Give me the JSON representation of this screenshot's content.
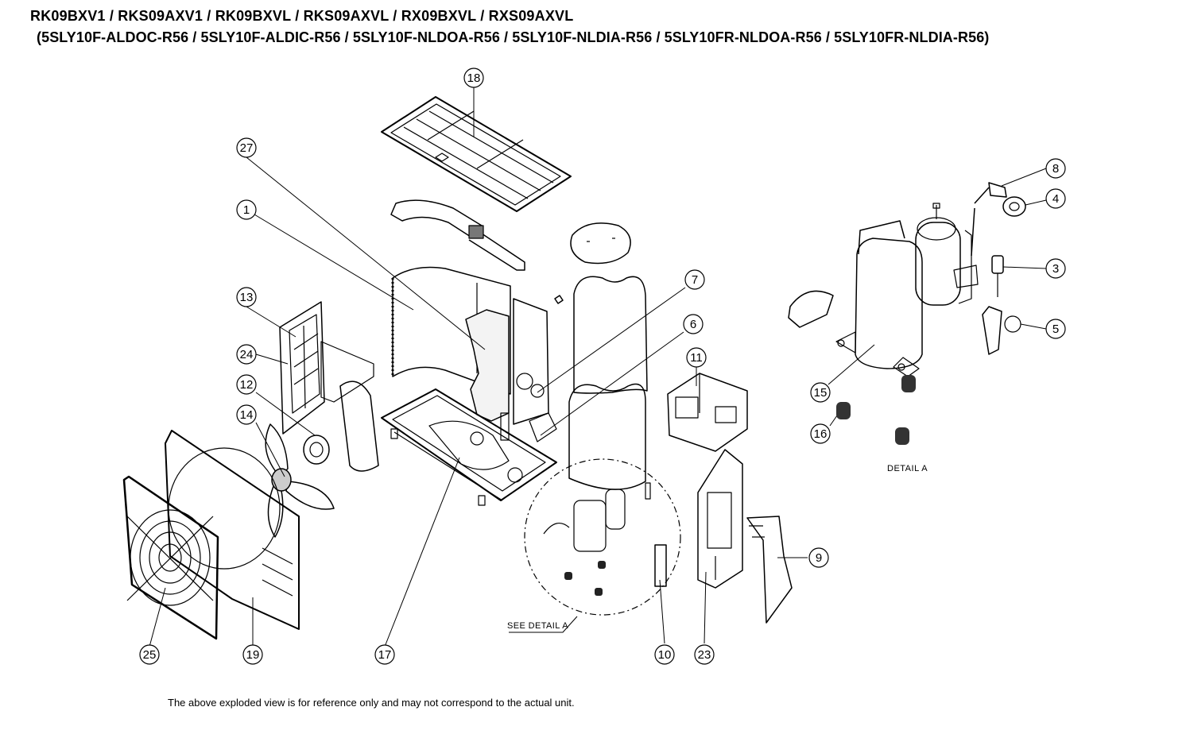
{
  "header": {
    "models_line": "RK09BXV1 / RKS09AXV1 / RK09BXVL / RKS09AXVL / RX09BXVL / RXS09AXVL",
    "codes_line": "(5SLY10F-ALDOC-R56 / 5SLY10F-ALDIC-R56 / 5SLY10F-NLDOA-R56 / 5SLY10F-NLDIA-R56 / 5SLY10FR-NLDOA-R56 / 5SLY10FR-NLDIA-R56)"
  },
  "labels": {
    "see_detail": "SEE DETAIL   A",
    "detail_a": "DETAIL   A"
  },
  "callouts": [
    "18",
    "27",
    "1",
    "13",
    "24",
    "12",
    "14",
    "25",
    "19",
    "17",
    "7",
    "6",
    "11",
    "10",
    "23",
    "9",
    "8",
    "4",
    "3",
    "5",
    "15",
    "16"
  ],
  "footer": {
    "note": "The above exploded view is for reference only and may not correspond to the actual unit."
  },
  "colors": {
    "ink": "#000000",
    "paper": "#ffffff",
    "shade": "#bdbdbd"
  }
}
